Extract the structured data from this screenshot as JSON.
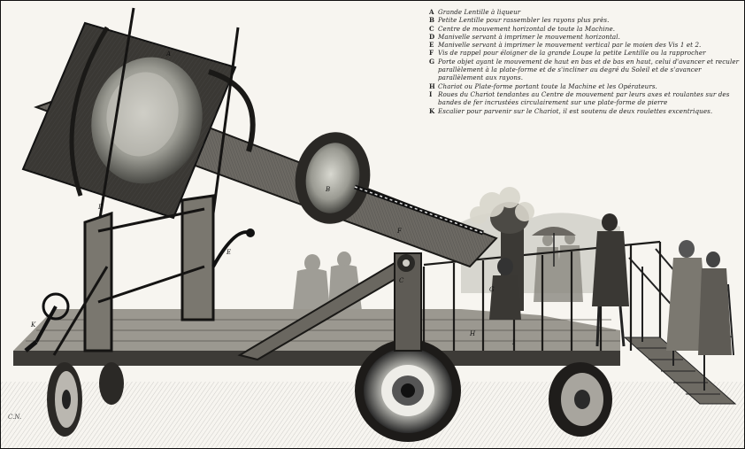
{
  "legend": [
    {
      "key": "A",
      "text": "Grande Lentille à liqueur"
    },
    {
      "key": "B",
      "text": "Petite Lentille pour rassembler les rayons plus près."
    },
    {
      "key": "C",
      "text": "Centre de mouvement horizontal de toute la Machine."
    },
    {
      "key": "D",
      "text": "Manivelle servant à imprimer le mouvement horizontal."
    },
    {
      "key": "E",
      "text": "Manivelle servant à imprimer le mouvement vertical par le moien des Vis 1 et 2."
    },
    {
      "key": "F",
      "text": "Vis de rappel pour éloigner de la grande Loupe la petite Lentille ou la rapprocher"
    },
    {
      "key": "G",
      "text": "Porte objet ayant le mouvement de haut en bas et de bas en haut, celui d'avancer et reculer parallèlement à la plate-forme et de s'incliner au degré du Soleil et de s'avancer parallèlement aux rayons."
    },
    {
      "key": "H",
      "text": "Chariot ou Plate-forme portant toute la Machine et les Opérateurs."
    },
    {
      "key": "I",
      "text": "Roues du Chariot tendantes au Centre de mouvement par leurs axes et roulantes sur des bandes de fer incrustées circulairement sur une plate-forme de pierre"
    },
    {
      "key": "K",
      "text": "Escalier pour parvenir sur le Chariot, il est soutenu de deux roulettes excentriques."
    }
  ],
  "plate_letters": {
    "A": "A",
    "B": "B",
    "C": "C",
    "D": "D",
    "E": "E",
    "F": "F",
    "G": "G",
    "H": "H",
    "I": "I",
    "K": "K"
  },
  "signature": "C.N."
}
